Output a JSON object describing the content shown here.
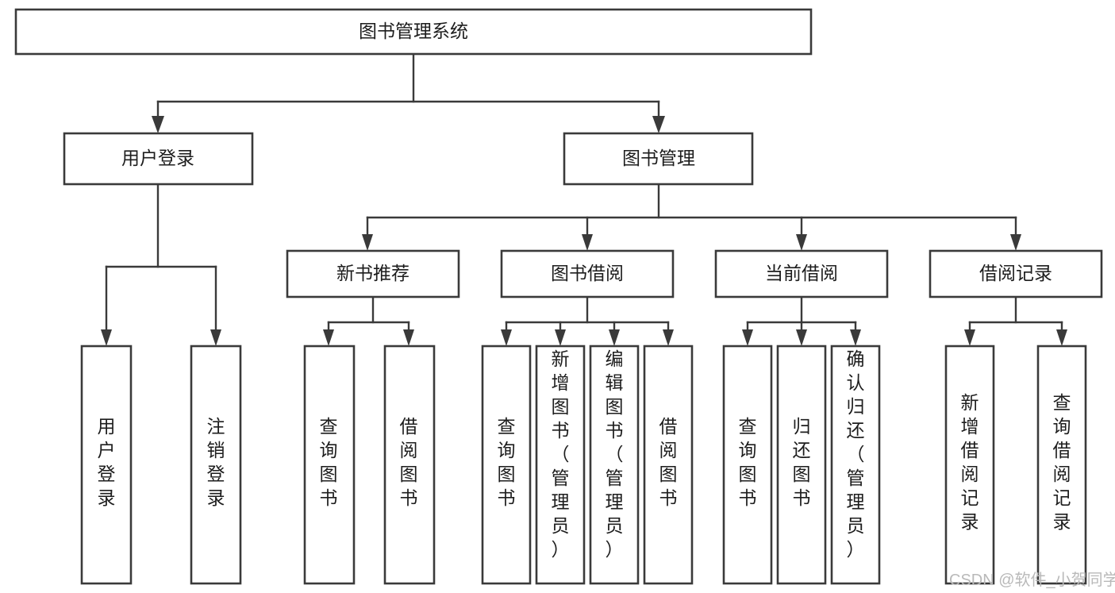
{
  "diagram": {
    "type": "tree",
    "title": "图书管理系统",
    "orientation": "top-down",
    "colors": {
      "box_stroke": "#3a3a3a",
      "box_fill": "#ffffff",
      "connector": "#3a3a3a",
      "text": "#1d1d1d",
      "watermark": "#b9b9b9",
      "background": "#ffffff"
    },
    "levels": {
      "root": "图书管理系统",
      "level2": [
        "用户登录",
        "图书管理"
      ],
      "level3": [
        "新书推荐",
        "图书借阅",
        "当前借阅",
        "借阅记录"
      ]
    },
    "nodes": {
      "root": {
        "id": "root",
        "label": "图书管理系统",
        "level": 1
      },
      "user_login": {
        "id": "user-login",
        "label": "用户登录",
        "level": 2
      },
      "book_manage": {
        "id": "book-manage",
        "label": "图书管理",
        "level": 2
      },
      "new_book_rec": {
        "id": "new-book-recommend",
        "label": "新书推荐",
        "level": 3
      },
      "book_borrow": {
        "id": "book-borrow",
        "label": "图书借阅",
        "level": 3
      },
      "current_borrow": {
        "id": "current-borrow",
        "label": "当前借阅",
        "level": 3
      },
      "borrow_record": {
        "id": "borrow-record",
        "label": "借阅记录",
        "level": 3
      }
    },
    "leaves": {
      "user_login": [
        {
          "id": "leaf-user-login",
          "label": "用户登录"
        },
        {
          "id": "leaf-logout-login",
          "label": "注销登录"
        }
      ],
      "new_book_rec": [
        {
          "id": "leaf-query-book-1",
          "label": "查询图书"
        },
        {
          "id": "leaf-borrow-book-1",
          "label": "借阅图书"
        }
      ],
      "book_borrow": [
        {
          "id": "leaf-query-book-2",
          "label": "查询图书"
        },
        {
          "id": "leaf-add-book",
          "label": "新增图书（管理员）"
        },
        {
          "id": "leaf-edit-book",
          "label": "编辑图书（管理员）"
        },
        {
          "id": "leaf-borrow-book-2",
          "label": "借阅图书"
        }
      ],
      "current_borrow": [
        {
          "id": "leaf-query-book-3",
          "label": "查询图书"
        },
        {
          "id": "leaf-return-book",
          "label": "归还图书"
        },
        {
          "id": "leaf-confirm-return",
          "label": "确认归还（管理员）"
        }
      ],
      "borrow_record": [
        {
          "id": "leaf-add-record",
          "label": "新增借阅记录"
        },
        {
          "id": "leaf-query-record",
          "label": "查询借阅记录"
        }
      ]
    },
    "edges": [
      {
        "from": "图书管理系统",
        "to": "用户登录"
      },
      {
        "from": "图书管理系统",
        "to": "图书管理"
      },
      {
        "from": "图书管理",
        "to": "新书推荐"
      },
      {
        "from": "图书管理",
        "to": "图书借阅"
      },
      {
        "from": "图书管理",
        "to": "当前借阅"
      },
      {
        "from": "图书管理",
        "to": "借阅记录"
      },
      {
        "from": "用户登录",
        "to": "用户登录"
      },
      {
        "from": "用户登录",
        "to": "注销登录"
      },
      {
        "from": "新书推荐",
        "to": "查询图书"
      },
      {
        "from": "新书推荐",
        "to": "借阅图书"
      },
      {
        "from": "图书借阅",
        "to": "查询图书"
      },
      {
        "from": "图书借阅",
        "to": "新增图书（管理员）"
      },
      {
        "from": "图书借阅",
        "to": "编辑图书（管理员）"
      },
      {
        "from": "图书借阅",
        "to": "借阅图书"
      },
      {
        "from": "当前借阅",
        "to": "查询图书"
      },
      {
        "from": "当前借阅",
        "to": "归还图书"
      },
      {
        "from": "当前借阅",
        "to": "确认归还（管理员）"
      },
      {
        "from": "借阅记录",
        "to": "新增借阅记录"
      },
      {
        "from": "借阅记录",
        "to": "查询借阅记录"
      }
    ]
  },
  "watermark": {
    "label": "CSDN @软件_小贺同学"
  }
}
